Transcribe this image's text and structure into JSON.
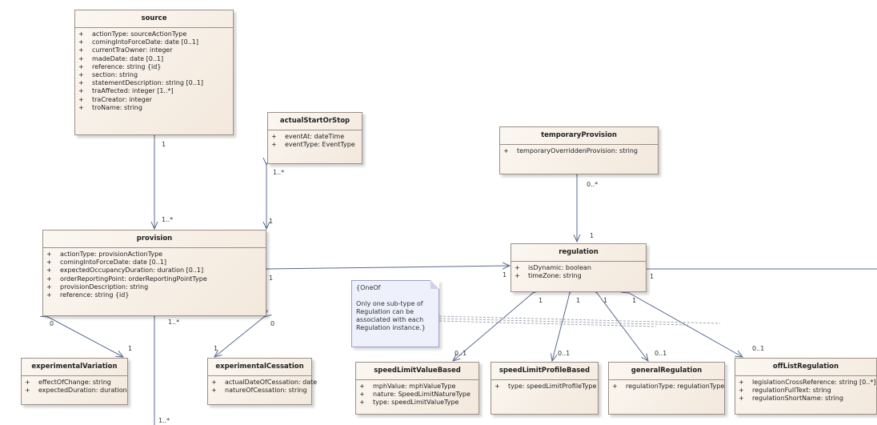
{
  "classes": {
    "source": {
      "name": "source",
      "attrs": [
        "actionType: sourceActionType",
        "comingIntoForceDate: date [0..1]",
        "currentTraOwner: integer",
        "madeDate: date [0..1]",
        "reference: string {id}",
        "section: string",
        "statementDescription: string [0..1]",
        "traAffected: integer [1..*]",
        "traCreator: integer",
        "troName: string"
      ]
    },
    "actualStartOrStop": {
      "name": "actualStartOrStop",
      "attrs": [
        "eventAt: dateTime",
        "eventType: EventType"
      ]
    },
    "temporaryProvision": {
      "name": "temporaryProvision",
      "attrs": [
        "temporaryOverriddenProvision: string"
      ]
    },
    "provision": {
      "name": "provision",
      "attrs": [
        "actionType: provisionActionType",
        "comingIntoForceDate: date [0..1]",
        "expectedOccupancyDuration: duration [0..1]",
        "orderReportingPoint: orderReportingPointType",
        "provisionDescription: string",
        "reference: string {id}"
      ]
    },
    "regulation": {
      "name": "regulation",
      "attrs": [
        "isDynamic: boolean",
        "timeZone: string"
      ]
    },
    "experimentalVariation": {
      "name": "experimentalVariation",
      "attrs": [
        "effectOfChange: string",
        "expectedDuration: duration"
      ]
    },
    "experimentalCessation": {
      "name": "experimentalCessation",
      "attrs": [
        "actualDateOfCessation: date",
        "natureOfCessation: string"
      ]
    },
    "speedLimitValueBased": {
      "name": "speedLimitValueBased",
      "attrs": [
        "mphValue: mphValueType",
        "nature: SpeedLimitNatureType",
        "type: speedLimitValueType"
      ]
    },
    "speedLimitProfileBased": {
      "name": "speedLimitProfileBased",
      "attrs": [
        "type: speedLimitProfileType"
      ]
    },
    "generalRegulation": {
      "name": "generalRegulation",
      "attrs": [
        "regulationType: regulationType"
      ]
    },
    "offListRegulation": {
      "name": "offListRegulation",
      "attrs": [
        "legislationCrossReference: string [0..*]",
        "regulationFullText: string",
        "regulationShortName: string"
      ]
    }
  },
  "visibility_symbol": "+",
  "note": {
    "title": "{OneOf",
    "body": "Only one sub-type of Regulation can be associated with each Regulation instance.}"
  },
  "multiplicities": {
    "source_provision_src": "1",
    "source_provision_prov": "1..*",
    "actual_top": "1..*",
    "actual_prov": "1",
    "temp_top": "0..*",
    "temp_reg": "1",
    "prov_reg_prov": "1",
    "prov_reg_reg": "1",
    "reg_right": "1",
    "expvar_prov": "0",
    "expvar_cls": "1",
    "prov_bottom": "1..*",
    "expcess_prov": "0",
    "expcess_cls": "1",
    "bottom_cut": "1..*",
    "reg_slv": "1",
    "reg_slp": "1",
    "reg_gen": "1",
    "reg_off": "1",
    "slv": "0..1",
    "slp": "0..1",
    "gen": "0..1",
    "off": "0..1"
  },
  "colors": {
    "connector": "#5a6a8c",
    "class_border": "#9c8f86",
    "note_fill": "#eef0fb"
  }
}
